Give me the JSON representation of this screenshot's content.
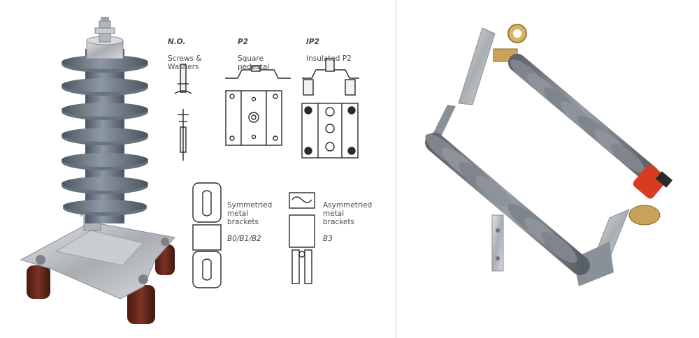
{
  "options": [
    {
      "code": "N.O.",
      "name": "Screws &\nWashers"
    },
    {
      "code": "P2",
      "name": "Square\npedestal"
    },
    {
      "code": "IP2",
      "name": "Insulated P2"
    },
    {
      "name": "Symmetried\nmetal\nbrackets",
      "code": "B0/B1/B2"
    },
    {
      "name": "Asymmetried\nmetal\nbrackets",
      "code": "B3"
    }
  ],
  "colors": {
    "insulator": "#5f6b77",
    "insulator_light": "#8d98a3",
    "bracket_metal": "#b8bcc0",
    "rubber_feet": "#6b2a1e",
    "cutout_gray": "#8a9098",
    "red_fuse": "#d83a22",
    "brass": "#c9a15a",
    "line_drawing": "#2a2a2a"
  }
}
